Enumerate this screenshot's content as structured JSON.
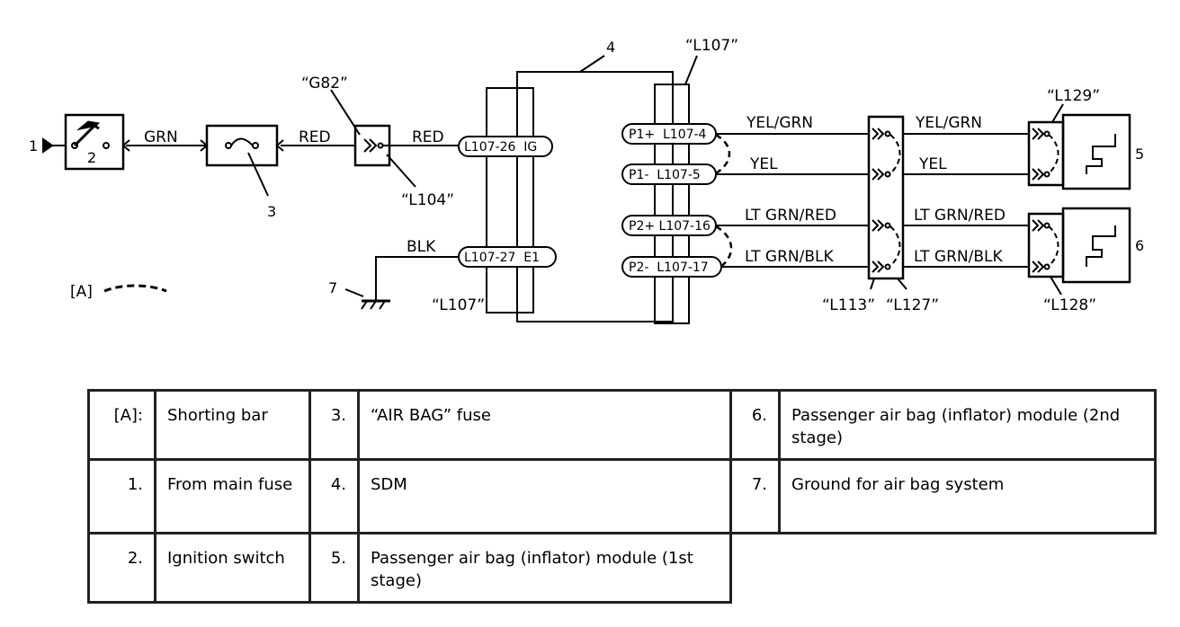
{
  "diagram": {
    "markers": {
      "from_main": "1",
      "ignition": "2",
      "fuse": "3",
      "sdm": "4",
      "module1": "5",
      "module2": "6",
      "ground": "7"
    },
    "wires": {
      "grn": "GRN",
      "red1": "RED",
      "red2": "RED",
      "blk": "BLK",
      "yg1": "YEL/GRN",
      "yg2": "YEL/GRN",
      "y1": "YEL",
      "y2": "YEL",
      "lgr1": "LT GRN/RED",
      "lgr2": "LT GRN/RED",
      "lgb1": "LT GRN/BLK",
      "lgb2": "LT GRN/BLK"
    },
    "connectors": {
      "g82": "“G82”",
      "l104": "“L104”",
      "l107_top": "“L107”",
      "l107_bottom": "“L107”",
      "l129": "“L129”",
      "l113": "“L113”",
      "l127": "“L127”",
      "l128": "“L128”"
    },
    "pins": {
      "ig": "L107-26  IG",
      "e1": "L107-27  E1",
      "p1p": "P1+  L107-4",
      "p1m": "P1-  L107-5",
      "p2p": "P2+ L107-16",
      "p2m": "P2-  L107-17"
    },
    "shorting_bar_key": "[A]"
  },
  "legend": {
    "rows": [
      [
        {
          "key": "[A]:",
          "text": "Shorting bar"
        },
        {
          "key": "3.",
          "text": "“AIR BAG” fuse"
        },
        {
          "key": "6.",
          "text": "Passenger air bag (inflator) module (2nd stage)"
        }
      ],
      [
        {
          "key": "1.",
          "text": "From main fuse"
        },
        {
          "key": "4.",
          "text": "SDM"
        },
        {
          "key": "7.",
          "text": "Ground for air bag system"
        }
      ],
      [
        {
          "key": "2.",
          "text": "Ignition switch"
        },
        {
          "key": "5.",
          "text": "Passenger air bag (inflator) module (1st stage)"
        },
        null
      ]
    ]
  }
}
